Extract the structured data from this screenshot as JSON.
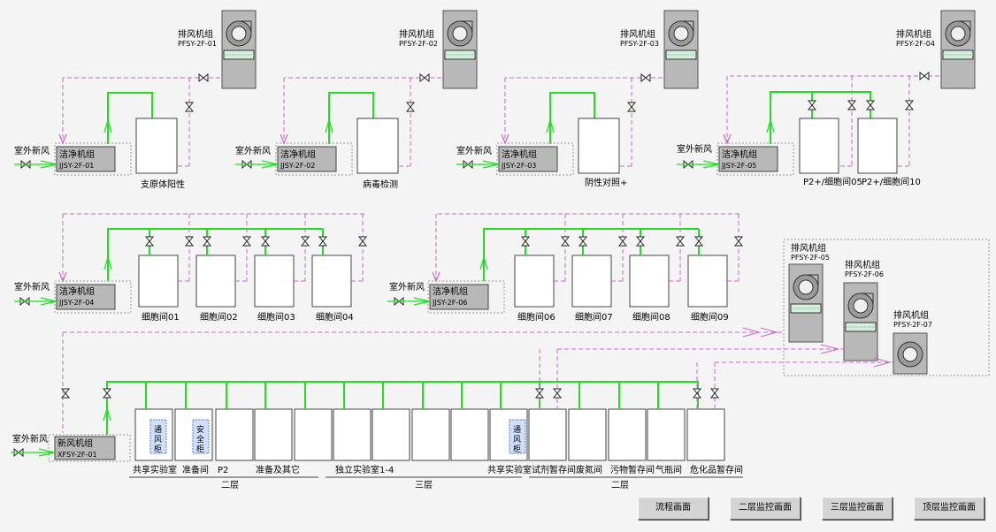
{
  "labels": {
    "fresh_air": "室外新风",
    "clean_unit": "洁净机组",
    "exhaust_unit": "排风机组",
    "fresh_unit": "新风机组",
    "floor2": "二层",
    "floor3": "三层"
  },
  "clean_units": [
    {
      "code": "JJSY-2F-01"
    },
    {
      "code": "JJSY-2F-02"
    },
    {
      "code": "JJSY-2F-03"
    },
    {
      "code": "JJSY-2F-05"
    },
    {
      "code": "JJSY-2F-04"
    },
    {
      "code": "JJSY-2F-06"
    }
  ],
  "fresh_unit_code": "XFSY-2F-01",
  "exhaust_units": [
    {
      "code": "PFSY-2F-01"
    },
    {
      "code": "PFSY-2F-02"
    },
    {
      "code": "PFSY-2F-03"
    },
    {
      "code": "PFSY-2F-04"
    },
    {
      "code": "PFSY-2F-05"
    },
    {
      "code": "PFSY-2F-06"
    },
    {
      "code": "PFSY-2F-07"
    }
  ],
  "rooms_top": [
    "支原体阳性",
    "病毒检测",
    "阴性对照+",
    "P2+/细胞间05",
    "P2+/细胞间10"
  ],
  "rooms_mid": [
    "细胞间01",
    "细胞间02",
    "细胞间03",
    "细胞间04",
    "细胞间06",
    "细胞间07",
    "细胞间08",
    "细胞间09"
  ],
  "cabinets": [
    "通风柜",
    "安全柜",
    "通风柜"
  ],
  "bottom_labels": [
    "共享实验室",
    "准备间",
    "P2",
    "准备及其它",
    "独立实验室1-4",
    "共享实验室",
    "试剂暂存间",
    "废氮间",
    "污物暂存间",
    "气瓶间",
    "危化品暂存间"
  ],
  "buttons": [
    "流程画面",
    "二层监控画面",
    "三层监控画面",
    "顶层监控画面"
  ],
  "colors": {
    "supply": "#22dd22",
    "exhaust": "#cc66cc",
    "unit_fill": "#b8b8b8",
    "background": "#f4f4f4"
  }
}
